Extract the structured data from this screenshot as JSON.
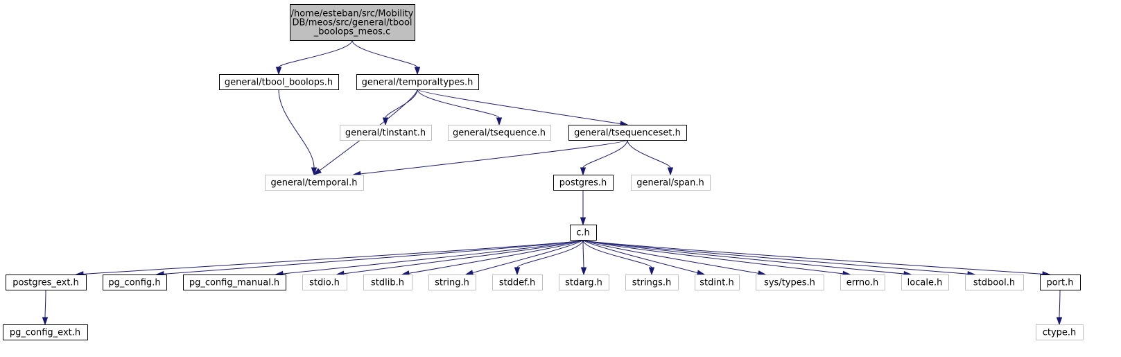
{
  "graph": {
    "edge_color": "#191970",
    "root_fill": "#bfbfbf",
    "faded_border": "#bfbfbf",
    "nodes": [
      {
        "id": "root",
        "kind": "root",
        "label_lines": [
          "/home/esteban/src/Mobility",
          "DB/meos/src/general/tbool",
          "_boolops_meos.c"
        ]
      },
      {
        "id": "tbool_boolops",
        "kind": "solid",
        "label_lines": [
          "general/tbool_boolops.h"
        ]
      },
      {
        "id": "temporaltypes",
        "kind": "solid",
        "label_lines": [
          "general/temporaltypes.h"
        ]
      },
      {
        "id": "tinstant",
        "kind": "faded",
        "label_lines": [
          "general/tinstant.h"
        ]
      },
      {
        "id": "tsequence",
        "kind": "faded",
        "label_lines": [
          "general/tsequence.h"
        ]
      },
      {
        "id": "tsequenceset",
        "kind": "solid",
        "label_lines": [
          "general/tsequenceset.h"
        ]
      },
      {
        "id": "temporal",
        "kind": "faded",
        "label_lines": [
          "general/temporal.h"
        ]
      },
      {
        "id": "postgres",
        "kind": "solid",
        "label_lines": [
          "postgres.h"
        ]
      },
      {
        "id": "span",
        "kind": "faded",
        "label_lines": [
          "general/span.h"
        ]
      },
      {
        "id": "c",
        "kind": "solid",
        "label_lines": [
          "c.h"
        ]
      },
      {
        "id": "postgres_ext",
        "kind": "solid",
        "label_lines": [
          "postgres_ext.h"
        ]
      },
      {
        "id": "pg_config",
        "kind": "solid",
        "label_lines": [
          "pg_config.h"
        ]
      },
      {
        "id": "pg_config_manual",
        "kind": "solid",
        "label_lines": [
          "pg_config_manual.h"
        ]
      },
      {
        "id": "stdio",
        "kind": "faded",
        "label_lines": [
          "stdio.h"
        ]
      },
      {
        "id": "stdlib",
        "kind": "faded",
        "label_lines": [
          "stdlib.h"
        ]
      },
      {
        "id": "string",
        "kind": "faded",
        "label_lines": [
          "string.h"
        ]
      },
      {
        "id": "stddef",
        "kind": "faded",
        "label_lines": [
          "stddef.h"
        ]
      },
      {
        "id": "stdarg",
        "kind": "faded",
        "label_lines": [
          "stdarg.h"
        ]
      },
      {
        "id": "strings",
        "kind": "faded",
        "label_lines": [
          "strings.h"
        ]
      },
      {
        "id": "stdint",
        "kind": "faded",
        "label_lines": [
          "stdint.h"
        ]
      },
      {
        "id": "sys_types",
        "kind": "faded",
        "label_lines": [
          "sys/types.h"
        ]
      },
      {
        "id": "errno",
        "kind": "faded",
        "label_lines": [
          "errno.h"
        ]
      },
      {
        "id": "locale",
        "kind": "faded",
        "label_lines": [
          "locale.h"
        ]
      },
      {
        "id": "stdbool",
        "kind": "faded",
        "label_lines": [
          "stdbool.h"
        ]
      },
      {
        "id": "port",
        "kind": "solid",
        "label_lines": [
          "port.h"
        ]
      },
      {
        "id": "pg_config_ext",
        "kind": "solid",
        "label_lines": [
          "pg_config_ext.h"
        ]
      },
      {
        "id": "ctype",
        "kind": "faded",
        "label_lines": [
          "ctype.h"
        ]
      }
    ],
    "edges": [
      {
        "from": "root",
        "to": "tbool_boolops"
      },
      {
        "from": "root",
        "to": "temporaltypes"
      },
      {
        "from": "tbool_boolops",
        "to": "temporal"
      },
      {
        "from": "temporaltypes",
        "to": "temporal"
      },
      {
        "from": "temporaltypes",
        "to": "tinstant"
      },
      {
        "from": "temporaltypes",
        "to": "tsequence"
      },
      {
        "from": "temporaltypes",
        "to": "tsequenceset"
      },
      {
        "from": "tsequenceset",
        "to": "temporal"
      },
      {
        "from": "tsequenceset",
        "to": "postgres"
      },
      {
        "from": "tsequenceset",
        "to": "span"
      },
      {
        "from": "postgres",
        "to": "c"
      },
      {
        "from": "c",
        "to": "postgres_ext"
      },
      {
        "from": "c",
        "to": "pg_config"
      },
      {
        "from": "c",
        "to": "pg_config_manual"
      },
      {
        "from": "c",
        "to": "stdio"
      },
      {
        "from": "c",
        "to": "stdlib"
      },
      {
        "from": "c",
        "to": "string"
      },
      {
        "from": "c",
        "to": "stddef"
      },
      {
        "from": "c",
        "to": "stdarg"
      },
      {
        "from": "c",
        "to": "strings"
      },
      {
        "from": "c",
        "to": "stdint"
      },
      {
        "from": "c",
        "to": "sys_types"
      },
      {
        "from": "c",
        "to": "errno"
      },
      {
        "from": "c",
        "to": "locale"
      },
      {
        "from": "c",
        "to": "stdbool"
      },
      {
        "from": "c",
        "to": "port"
      },
      {
        "from": "postgres_ext",
        "to": "pg_config_ext"
      },
      {
        "from": "port",
        "to": "ctype"
      }
    ]
  }
}
